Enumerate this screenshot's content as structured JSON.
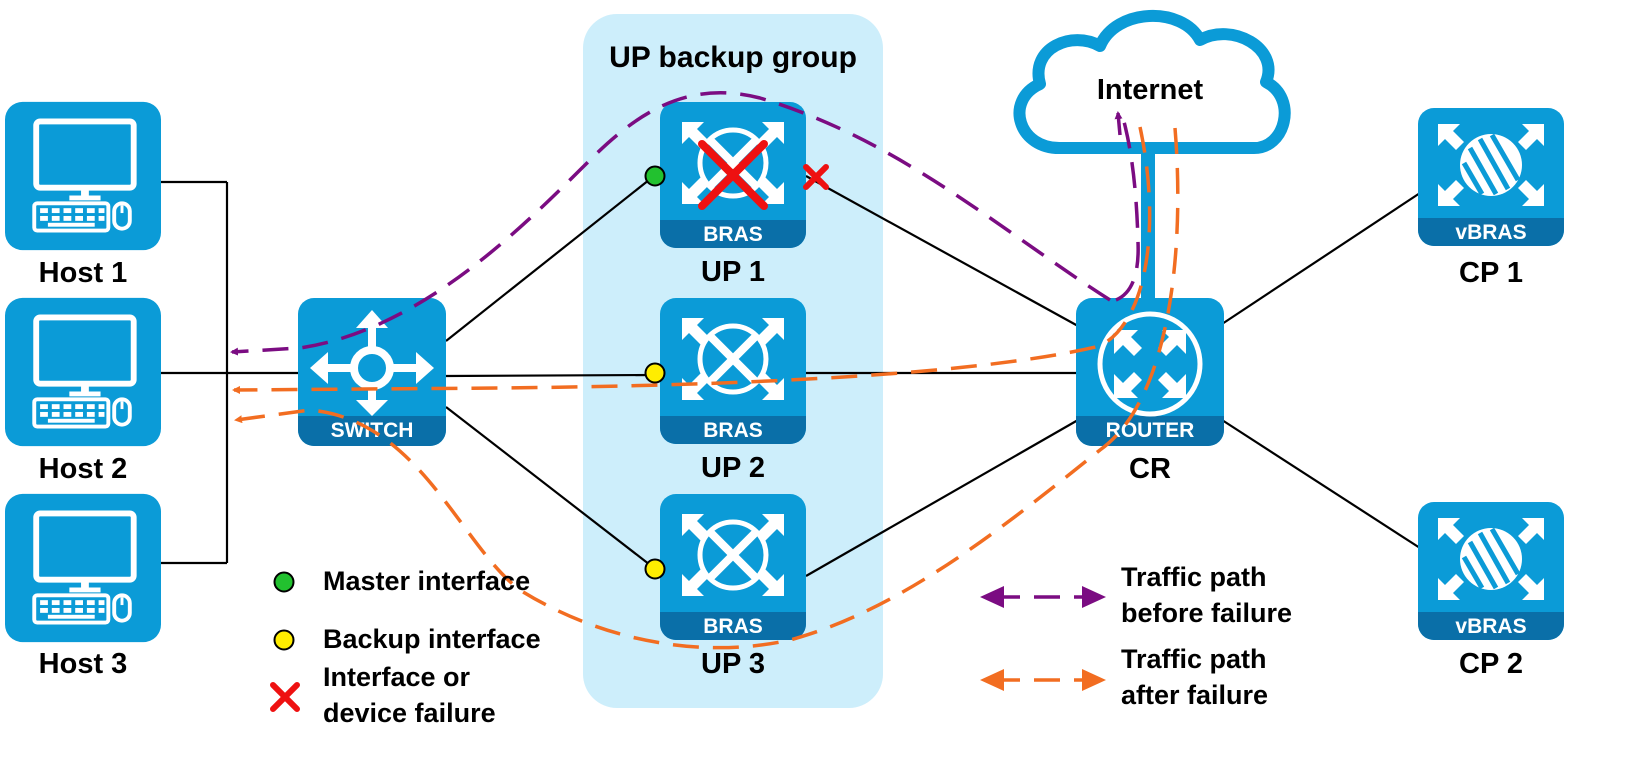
{
  "group": {
    "title": "UP backup group"
  },
  "internet": {
    "label": "Internet"
  },
  "hosts": [
    {
      "label": "Host 1"
    },
    {
      "label": "Host 2"
    },
    {
      "label": "Host 3"
    }
  ],
  "switch": {
    "tag": "SWITCH"
  },
  "ups": [
    {
      "tag": "BRAS",
      "label": "UP 1",
      "interface": "master",
      "failed": true
    },
    {
      "tag": "BRAS",
      "label": "UP 2",
      "interface": "backup",
      "failed": false
    },
    {
      "tag": "BRAS",
      "label": "UP 3",
      "interface": "backup",
      "failed": false
    }
  ],
  "router": {
    "tag": "ROUTER",
    "label": "CR"
  },
  "cps": [
    {
      "tag": "vBRAS",
      "label": "CP 1"
    },
    {
      "tag": "vBRAS",
      "label": "CP 2"
    }
  ],
  "legend": {
    "master": "Master interface",
    "backup": "Backup interface",
    "failure_1": "Interface or",
    "failure_2": "device failure",
    "before_1": "Traffic path",
    "before_2": "before failure",
    "after_1": "Traffic path",
    "after_2": "after failure"
  },
  "colors": {
    "device": "#0b9bd7",
    "device_band": "#0a6fa8",
    "group_bg": "#cdeefb",
    "before_path": "#7b0c82",
    "after_path": "#f26d21",
    "master": "#22c12f",
    "backup": "#ffed00",
    "failure": "#ee1111"
  }
}
